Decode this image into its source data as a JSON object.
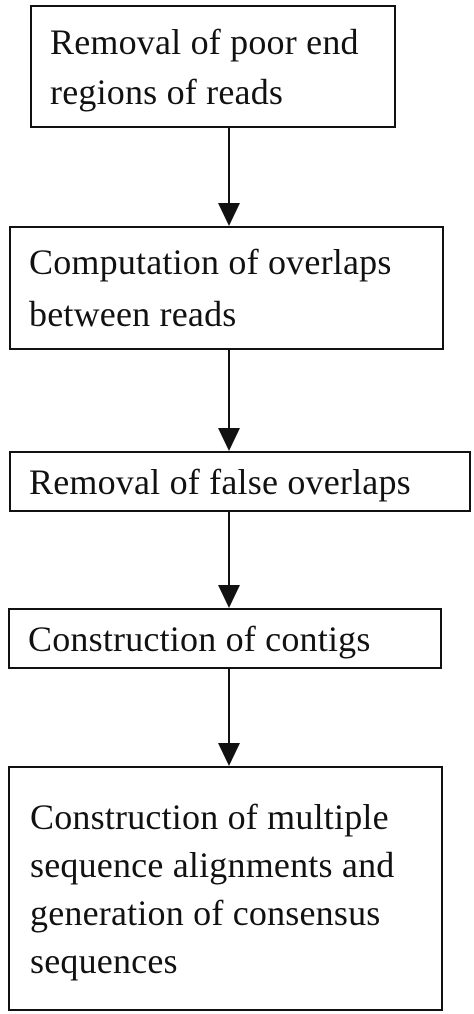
{
  "flowchart": {
    "steps": [
      {
        "label": "Removal of poor end regions of reads"
      },
      {
        "label": "Computation of overlaps between reads"
      },
      {
        "label": "Removal of false overlaps"
      },
      {
        "label": "Construction of contigs"
      },
      {
        "label": "Construction of multiple sequence alignments and generation of consensus sequences"
      }
    ]
  }
}
